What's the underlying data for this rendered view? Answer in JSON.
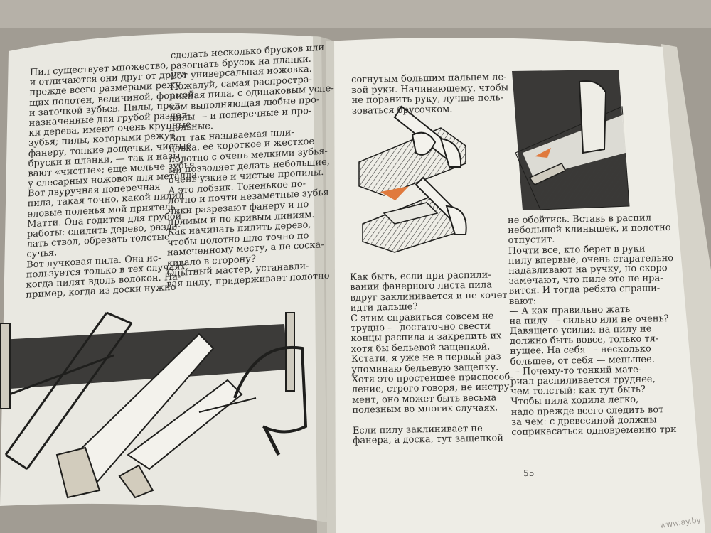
{
  "left_page": {
    "col1_lines": [
      "Пил существует множество,",
      "и отличаются они друг от друга",
      "прежде всего размерами режу-",
      "щих полотен, величиной, формой",
      "и заточкой зубьев. Пилы, пред-",
      "назначенные для грубой раздел-",
      "ки дерева, имеют очень крупные",
      "зубья; пилы, которыми режут",
      "фанеру, тонкие дощечки, чистые",
      "бруски и планки, — так и назы-",
      "вают «чистые»; еще мельче зубья",
      "у слесарных ножовок для металла.",
      "Вот двуручная поперечная",
      "пила, такая точно, какой пилил",
      "еловые поленья мой приятель",
      "Матти. Она годится для грубой",
      "работы: спилить дерево, разде-",
      "лать ствол, обрезать толстые",
      "сучья.",
      "Вот лучковая пила. Она ис-",
      "пользуется только в тех случаях,",
      "когда пилят вдоль волокон. На-",
      "пример, когда из доски нужно"
    ],
    "col2_lines": [
      "сделать несколько брусков или",
      "разогнать брусок на планки.",
      "Вот универсальная ножовка.",
      "Пожалуй, самая распростра-",
      "ненная пила, с одинаковым успе-",
      "хом выполняющая любые про-",
      "пилы — и поперечные и про-",
      "дольные.",
      "Вот так называемая шли-",
      "цовка, ее короткое и жесткое",
      "полотно с очень мелкими зубья-",
      "ми позволяет делать небольшие,",
      "очень узкие и чистые пропилы.",
      "А это лобзик. Тоненькое по-",
      "лотно и почти незаметные зубья",
      "чики разрезают фанеру и по",
      "прямым и по кривым линиям.",
      "Как начинать пилить дерево,",
      "чтобы полотно шло точно по",
      "намеченному месту, а не соска-",
      "кивало в сторону?",
      "Опытный мастер, устанавли-",
      "вая пилу, придерживает полотно"
    ]
  },
  "right_page": {
    "top_lines": [
      "согнутым большим пальцем ле-",
      "вой руки. Начинающему, чтобы",
      "не поранить руку, лучше поль-",
      "зоваться брусочком."
    ],
    "col1_lines": [
      "Как быть, если при распили-",
      "вании фанерного листа пила",
      "вдруг заклинивается и не хочет",
      "идти дальше?",
      "С этим справиться совсем не",
      "трудно — достаточно свести",
      "концы распила и закрепить их",
      "хотя бы бельевой защепкой.",
      "Кстати, я уже не в первый раз",
      "упоминаю бельевую защепку.",
      "Хотя это простейшее приспособ-",
      "ление, строго говоря, не инстру-",
      "мент, оно может быть весьма",
      "полезным во многих случаях.",
      "",
      "Если пилу заклинивает не",
      "фанера, а доска, тут защепкой"
    ],
    "col2_lines": [
      "не обойтись. Вставь в распил",
      "небольшой клинышек, и полотно",
      "отпустит.",
      "Почти все, кто берет в руки",
      "пилу впервые, очень старательно",
      "надавливают на ручку, но скоро",
      "замечают, что пиле это не нра-",
      "вится. И тогда ребята спраши-",
      "вают:",
      "— А как правильно жать",
      "на пилу — сильно или не очень?",
      "Давящего усилия на пилу не",
      "должно быть вовсе, только тя-",
      "нущее. На себя — несколько",
      "большее, от себя — меньшее.",
      "— Почему-то тонкий мате-",
      "риал распиливается труднее,",
      "чем толстый; как тут быть?",
      "Чтобы пила ходила легко,",
      "надо прежде всего следить вот",
      "за чем: с древесиной должны",
      "соприкасаться одновременно три"
    ],
    "page_number": "55"
  },
  "watermark": "www.ay.by",
  "colors": {
    "paper": "#ecebe3",
    "ink": "#2b2a28",
    "accent_orange": "#e07a3e"
  }
}
